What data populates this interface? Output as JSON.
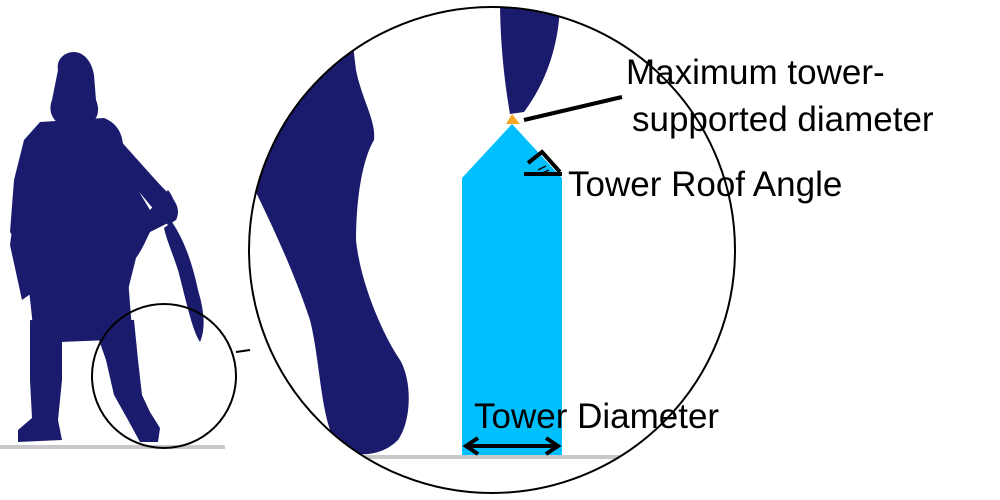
{
  "labels": {
    "max_diameter_line1": "Maximum tower-",
    "max_diameter_line2": "supported diameter",
    "roof_angle": "Tower Roof Angle",
    "tower_diameter": "Tower Diameter"
  },
  "colors": {
    "figure": "#1b1b6e",
    "tower": "#00bfff",
    "tip": "#f5a623",
    "ground": "#c8c8c8",
    "stroke": "#000000"
  }
}
